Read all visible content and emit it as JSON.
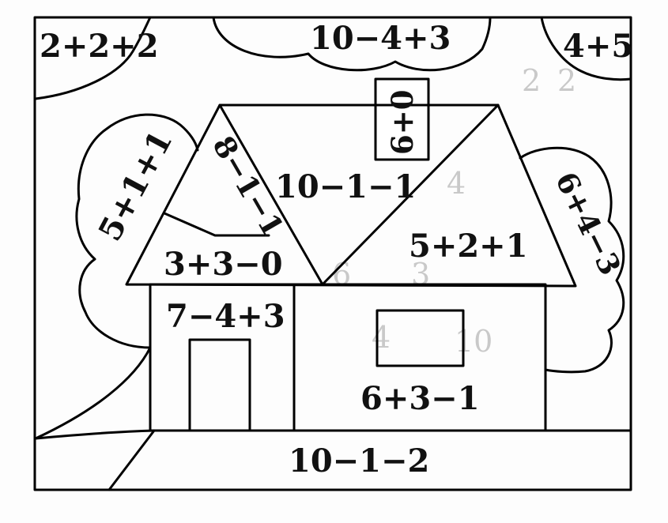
{
  "picture": {
    "expressions": {
      "sky_top_left": "2+2+2",
      "sky_top_center": "10−4+3",
      "sky_top_right": "4+5",
      "chimney": "6+0",
      "tree_left": "5+1+1",
      "roof_gable_strip": "8−1−1",
      "roof_upper": "10−1−1",
      "roof_right": "5+2+1",
      "roof_gable_bottom": "3+3−0",
      "tree_right": "6+4−3",
      "wall_left": "7−4+3",
      "wall_right": "6+3−1",
      "ground": "10−1−2"
    },
    "colors": {
      "ink": "#000000",
      "paper": "#fdfdfd",
      "show_through": "#c9c9c9"
    }
  }
}
